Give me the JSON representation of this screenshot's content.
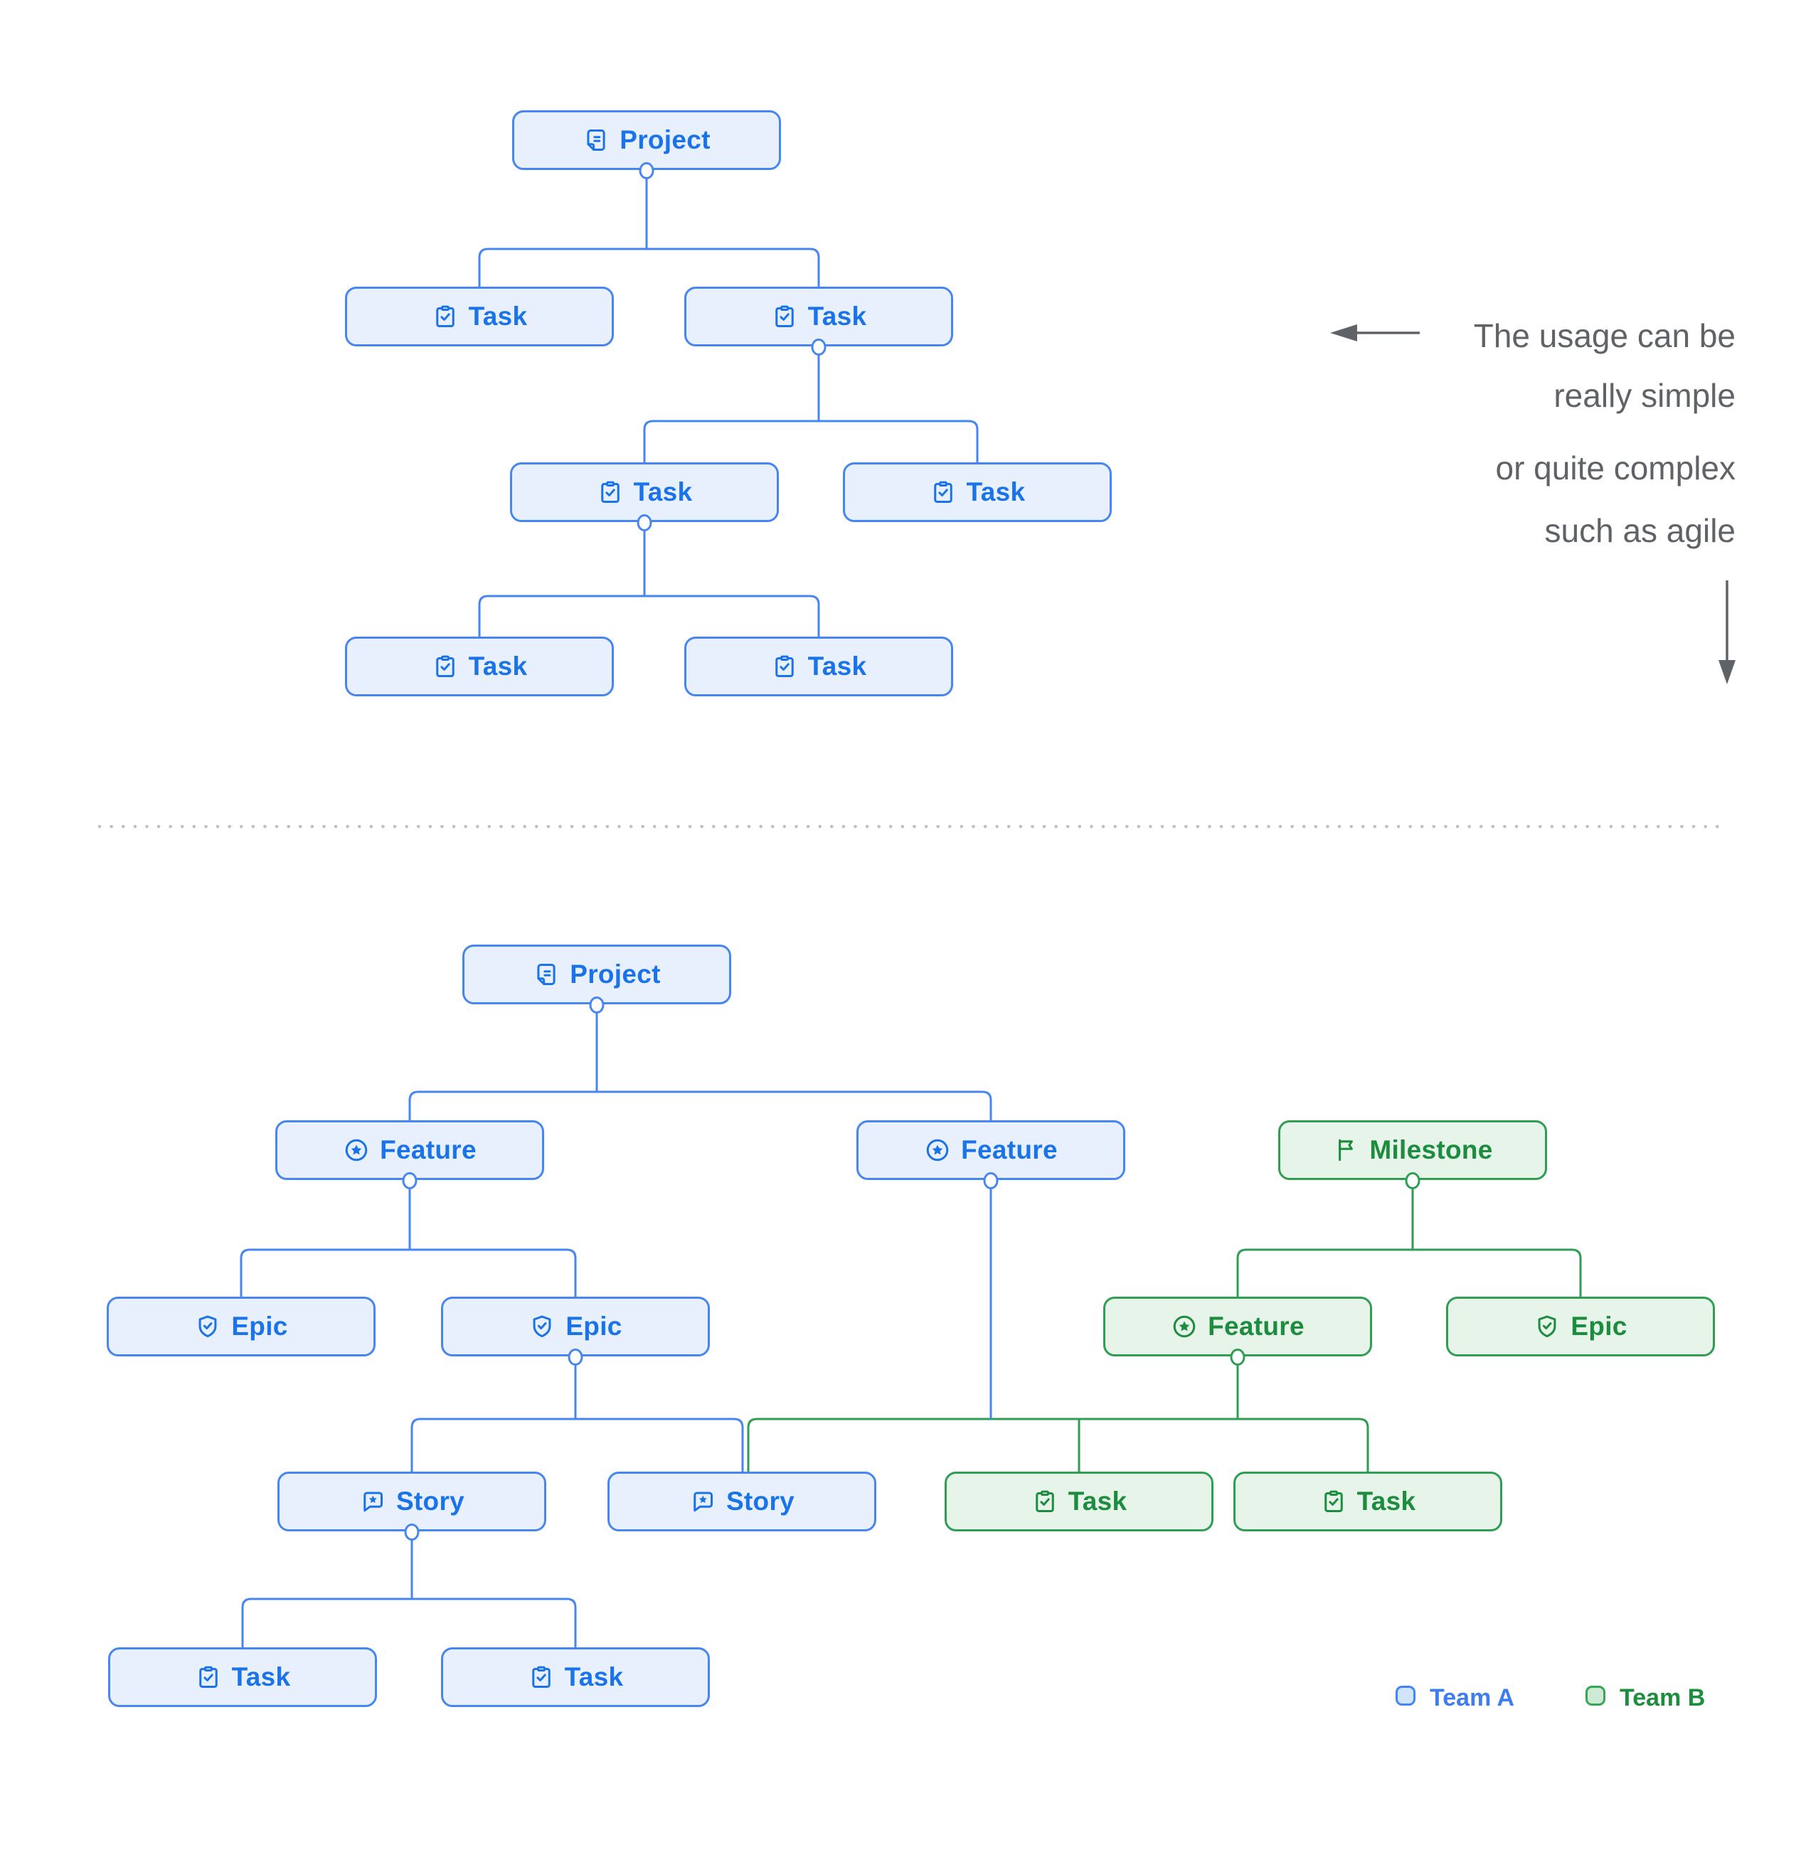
{
  "page": {
    "background": "#ffffff"
  },
  "annotation": {
    "line1": "The usage can be",
    "line2": "really simple",
    "line3": "or quite complex",
    "line4": "such as agile"
  },
  "legend": {
    "team_a": "Team A",
    "team_b": "Team B"
  },
  "colors": {
    "team_a_line": "#4786F0",
    "team_a_fill": "#E8F0FE",
    "team_a_text": "#1A73E8",
    "team_b_line": "#2E9E52",
    "team_b_fill": "#E6F4EA",
    "team_b_text": "#1C8C3E",
    "annotation_text": "#5F6368",
    "divider_dots": "#BDC1C6",
    "legend_a_text": "#3E7DF0",
    "legend_b_text": "#1E8E3E",
    "legend_a_fill": "#D2E3FC",
    "legend_b_fill": "#CEEAD6",
    "legend_a_border": "#4285F4",
    "legend_b_border": "#34A853"
  },
  "simple_tree": {
    "nodes": [
      {
        "id": "s-project",
        "label": "Project",
        "icon": "document",
        "team": "a"
      },
      {
        "id": "s-task-1",
        "label": "Task",
        "icon": "task",
        "team": "a"
      },
      {
        "id": "s-task-2",
        "label": "Task",
        "icon": "task",
        "team": "a"
      },
      {
        "id": "s-task-3",
        "label": "Task",
        "icon": "task",
        "team": "a"
      },
      {
        "id": "s-task-4",
        "label": "Task",
        "icon": "task",
        "team": "a"
      },
      {
        "id": "s-task-5",
        "label": "Task",
        "icon": "task",
        "team": "a"
      },
      {
        "id": "s-task-6",
        "label": "Task",
        "icon": "task",
        "team": "a"
      }
    ],
    "edges": [
      [
        "s-project",
        "s-task-1"
      ],
      [
        "s-project",
        "s-task-2"
      ],
      [
        "s-task-2",
        "s-task-3"
      ],
      [
        "s-task-2",
        "s-task-4"
      ],
      [
        "s-task-3",
        "s-task-5"
      ],
      [
        "s-task-3",
        "s-task-6"
      ]
    ]
  },
  "complex_tree": {
    "nodes": [
      {
        "id": "c-project",
        "label": "Project",
        "icon": "document",
        "team": "a"
      },
      {
        "id": "c-feature-1",
        "label": "Feature",
        "icon": "feature",
        "team": "a"
      },
      {
        "id": "c-feature-2",
        "label": "Feature",
        "icon": "feature",
        "team": "a"
      },
      {
        "id": "c-milestone",
        "label": "Milestone",
        "icon": "milestone",
        "team": "b"
      },
      {
        "id": "c-epic-1",
        "label": "Epic",
        "icon": "epic",
        "team": "a"
      },
      {
        "id": "c-epic-2",
        "label": "Epic",
        "icon": "epic",
        "team": "a"
      },
      {
        "id": "c-feature-b",
        "label": "Feature",
        "icon": "feature",
        "team": "b"
      },
      {
        "id": "c-epic-b",
        "label": "Epic",
        "icon": "epic",
        "team": "b"
      },
      {
        "id": "c-story-1",
        "label": "Story",
        "icon": "story",
        "team": "a"
      },
      {
        "id": "c-story-2",
        "label": "Story",
        "icon": "story",
        "team": "a"
      },
      {
        "id": "c-task-b1",
        "label": "Task",
        "icon": "task",
        "team": "b"
      },
      {
        "id": "c-task-b2",
        "label": "Task",
        "icon": "task",
        "team": "b"
      },
      {
        "id": "c-task-a1",
        "label": "Task",
        "icon": "task",
        "team": "a"
      },
      {
        "id": "c-task-a2",
        "label": "Task",
        "icon": "task",
        "team": "a"
      }
    ],
    "edges": [
      [
        "c-project",
        "c-feature-1"
      ],
      [
        "c-project",
        "c-feature-2"
      ],
      [
        "c-feature-1",
        "c-epic-1"
      ],
      [
        "c-feature-1",
        "c-epic-2"
      ],
      [
        "c-epic-2",
        "c-story-1"
      ],
      [
        "c-epic-2",
        "c-story-2"
      ],
      [
        "c-story-1",
        "c-task-a1"
      ],
      [
        "c-story-1",
        "c-task-a2"
      ],
      [
        "c-milestone",
        "c-feature-b"
      ],
      [
        "c-milestone",
        "c-epic-b"
      ],
      [
        "c-feature-b",
        "c-story-2"
      ],
      [
        "c-feature-b",
        "c-task-b1"
      ],
      [
        "c-feature-b",
        "c-task-b2"
      ],
      [
        "c-feature-2",
        "c-story-2"
      ],
      [
        "c-feature-2",
        "c-task-b1"
      ],
      [
        "c-feature-2",
        "c-task-b2"
      ]
    ]
  }
}
